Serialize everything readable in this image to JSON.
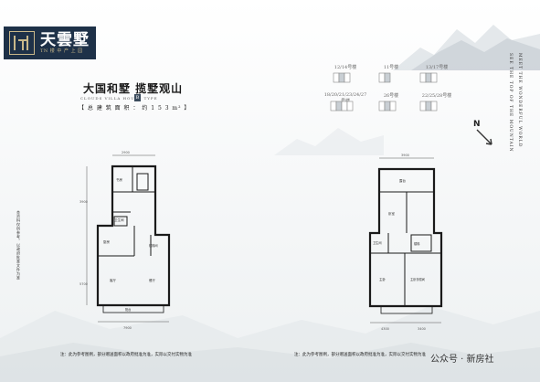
{
  "logo": {
    "title": "天雲墅",
    "subtitle": "TN 楼 中 产 上 园"
  },
  "heading": {
    "title": "大国和墅  揽墅观山",
    "english": "CLOUDS VILLA  HOUSE TYPE",
    "badge": "B",
    "area": "【 总 建 筑 面 积 ： 约 1 5 3 m² 】"
  },
  "buildings": [
    {
      "label": "12/14号楼"
    },
    {
      "label": "11号楼"
    },
    {
      "label": "13/17号楼"
    },
    {
      "label": "18/20/21/23/24/27号楼"
    },
    {
      "label": "26号楼"
    },
    {
      "label": "22/25/28号楼"
    }
  ],
  "vertical_slogan_1": "MEET THE WONDERFUL WORLD",
  "vertical_slogan_2": "SEE THE TOP OF THE MOUNTAIN",
  "north_label": "N",
  "left_side_text": "本资料仅供参考，以政府批准文件为准",
  "plan_left": {
    "rooms": [
      "书房",
      "卫生间",
      "厨房",
      "客厅",
      "餐厅",
      "楼梯间",
      "阳台"
    ],
    "dims": [
      "2900",
      "7900",
      "3900",
      "5700"
    ]
  },
  "plan_right": {
    "rooms": [
      "露台",
      "卧室",
      "卫生间",
      "主卧",
      "主卧衣帽间",
      "楼梯"
    ],
    "dims": [
      "3900",
      "4300",
      "3400"
    ]
  },
  "notes": [
    "注：此为参考图例，部分赠送面积以政府批准为准，实际以交付实物为准",
    "注：此为参考图例，部分赠送面积以政府批准为准，实际以交付实物为准"
  ],
  "watermark": "公众号 · 新房社"
}
